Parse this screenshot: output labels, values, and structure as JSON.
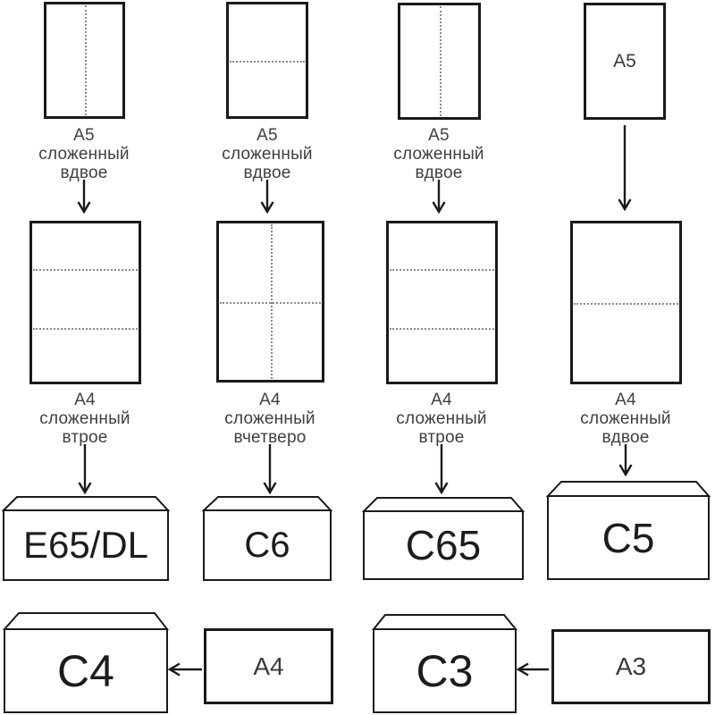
{
  "style": {
    "line_color": "#1a1a1a",
    "fold_line_color": "#8a8a8a",
    "caption_color": "#3f3f3f",
    "highlight_body_fill": "#f9a29f",
    "highlight_flap_fill": "#f4948f"
  },
  "columns": [
    {
      "top_caption": [
        "A5",
        "сложенный",
        "вдвое"
      ],
      "mid_caption": [
        "A4",
        "сложенный",
        "втрое"
      ],
      "envelope_label": "E65/DL"
    },
    {
      "top_caption": [
        "A5",
        "сложенный",
        "вдвое"
      ],
      "mid_caption": [
        "A4",
        "сложенный",
        "вчетверо"
      ],
      "envelope_label": "C6"
    },
    {
      "top_caption": [
        "A5",
        "сложенный",
        "вдвое"
      ],
      "mid_caption": [
        "A4",
        "сложенный",
        "втрое"
      ],
      "envelope_label": "C65"
    },
    {
      "top_sheet_text": "A5",
      "mid_caption": [
        "A4",
        "сложенный",
        "вдвое"
      ],
      "envelope_label": "C5"
    }
  ],
  "bottom_row": {
    "c4_label": "C4",
    "a4_label": "A4",
    "c3_label": "C3",
    "a3_label": "A3",
    "c4_body_fill": "#f9a29f",
    "c4_flap_fill": "#f4948f"
  }
}
